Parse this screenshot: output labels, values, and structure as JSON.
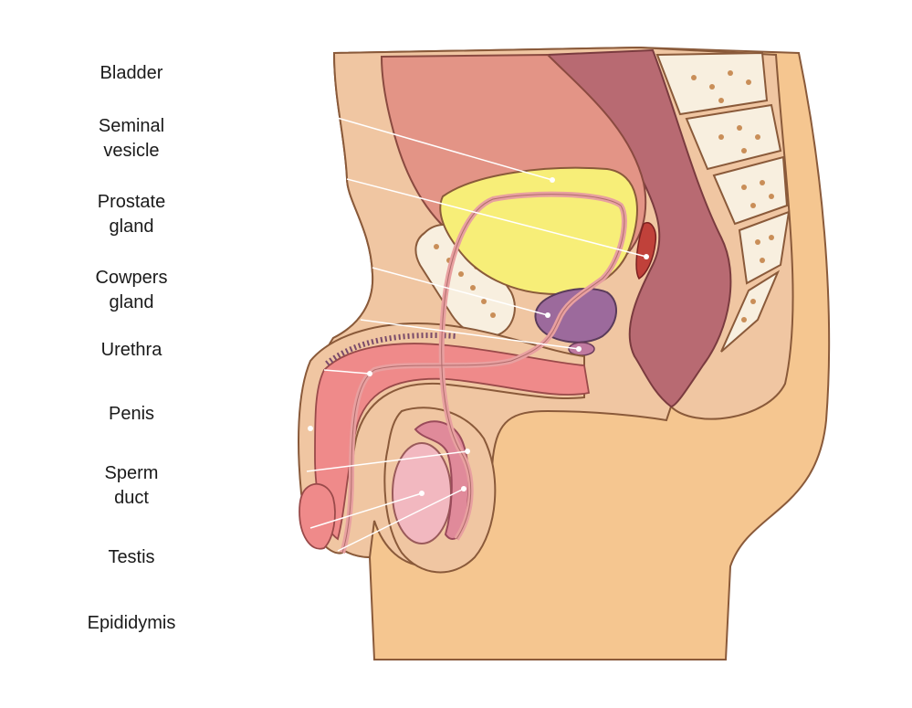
{
  "labels": {
    "bladder": "Bladder",
    "seminal_vesicle": "Seminal\nvesicle",
    "prostate_gland": "Prostate\ngland",
    "cowpers_gland": "Cowpers\ngland",
    "urethra": "Urethra",
    "penis": "Penis",
    "sperm_duct": "Sperm\nduct",
    "testis": "Testis",
    "epididymis": "Epididymis"
  }
}
